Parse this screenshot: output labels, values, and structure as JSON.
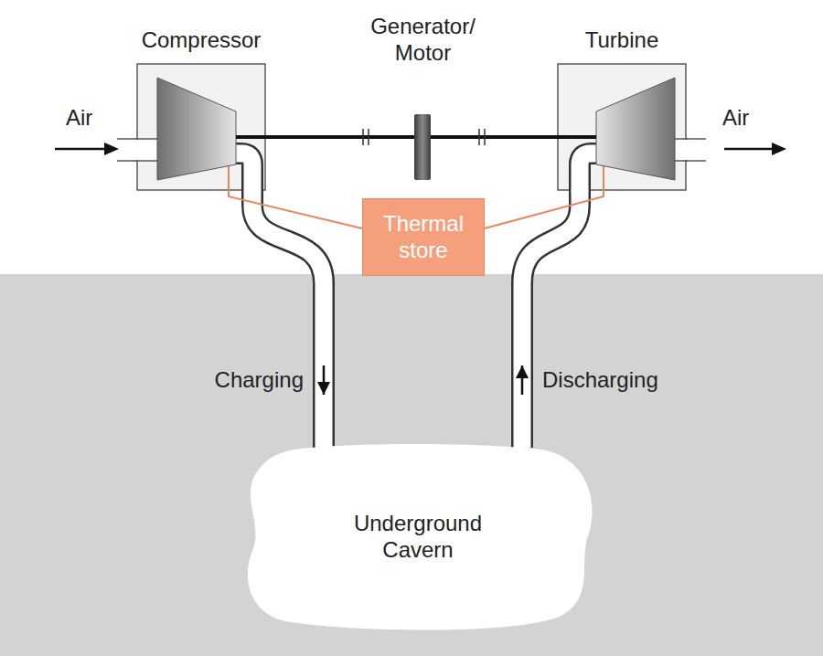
{
  "diagram": {
    "nodes": [
      {
        "text": [
          "Compressor"
        ]
      },
      {
        "text": [
          "Generator/ Motor"
        ]
      },
      {
        "text": [
          "Turbine"
        ]
      },
      {
        "text": [
          "Thermal store"
        ]
      },
      {
        "text": [
          "Underground Cavern"
        ]
      }
    ],
    "edges": [
      {
        "from": 0,
        "to": 1,
        "arrow": "none"
      },
      {
        "from": 1,
        "to": 2,
        "arrow": "none"
      },
      {
        "from": 0,
        "to": 4,
        "arrow": "to",
        "label": "Charging"
      },
      {
        "from": 4,
        "to": 2,
        "arrow": "to",
        "label": "Discharging"
      },
      {
        "from": 0,
        "to": 3,
        "arrow": "none"
      },
      {
        "from": 3,
        "to": 2,
        "arrow": "none"
      }
    ],
    "labels": [
      "Air",
      "Air"
    ]
  }
}
